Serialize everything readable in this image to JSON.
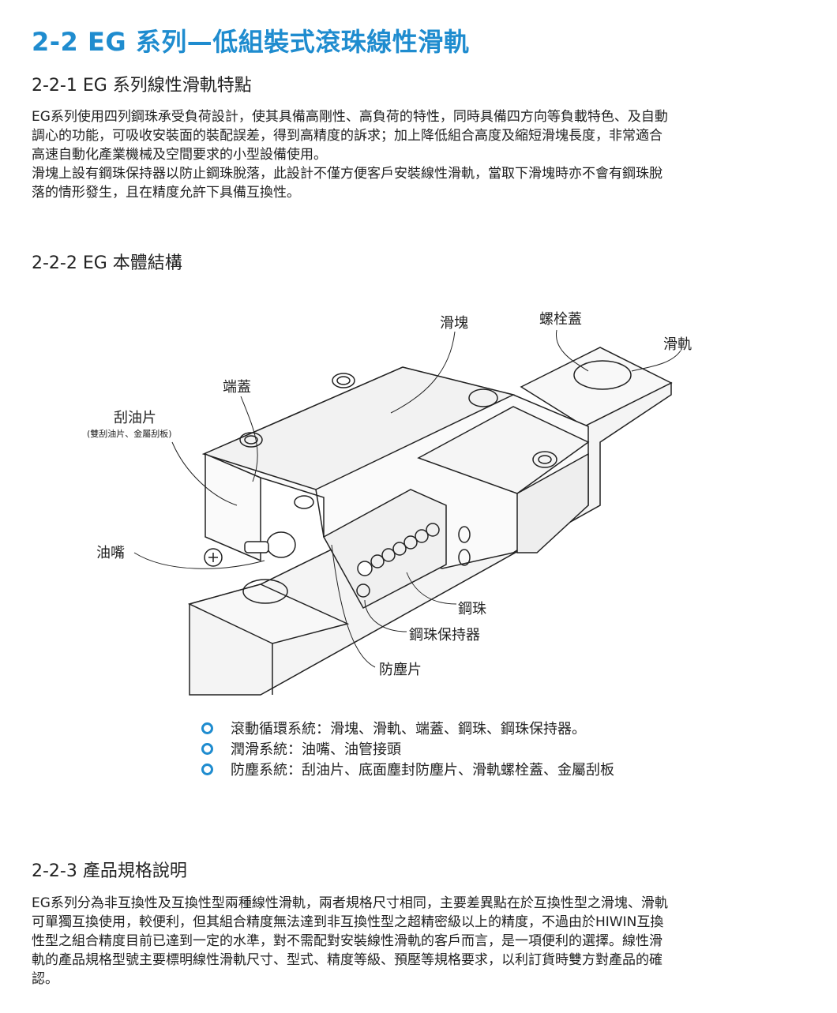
{
  "title": "2-2  EG 系列—低組裝式滾珠線性滑軌",
  "section1": {
    "heading": "2-2-1 EG 系列線性滑軌特點",
    "lines": [
      "EG系列使用四列鋼珠承受負荷設計，使其具備高剛性、高負荷的特性，同時具備四方向等負載特色、及自動",
      "調心的功能，可吸收安裝面的裝配誤差，得到高精度的訴求；加上降低組合高度及縮短滑塊長度，非常適合",
      "高速自動化產業機械及空間要求的小型設備使用。",
      "滑塊上設有鋼珠保持器以防止鋼珠脫落，此設計不僅方便客戶安裝線性滑軌，當取下滑塊時亦不會有鋼珠脫",
      "落的情形發生，且在精度允許下具備互換性。"
    ]
  },
  "section2": {
    "heading": "2-2-2 EG 本體結構",
    "labels": {
      "block": "滑塊",
      "bolt_cap": "螺栓蓋",
      "rail": "滑軌",
      "end_cap": "端蓋",
      "scraper": "刮油片",
      "scraper_note": "(雙刮油片、金屬刮板)",
      "grease_nipple": "油嘴",
      "ball": "鋼珠",
      "retainer": "鋼珠保持器",
      "bottom_seal": "防塵片"
    },
    "bullets": [
      "滾動循環系統：滑塊、滑軌、端蓋、鋼珠、鋼珠保持器。",
      "潤滑系統：油嘴、油管接頭",
      "防塵系統：刮油片、底面塵封防塵片、滑軌螺栓蓋、金屬刮板"
    ]
  },
  "section3": {
    "heading": "2-2-3 產品規格說明",
    "lines": [
      "EG系列分為非互換性及互換性型兩種線性滑軌，兩者規格尺寸相同，主要差異點在於互換性型之滑塊、滑軌",
      "可單獨互換使用，較便利，但其組合精度無法達到非互換性型之超精密級以上的精度，不過由於HIWIN互換",
      "性型之組合精度目前已達到一定的水準，對不需配對安裝線性滑軌的客戶而言，是一項便利的選擇。線性滑",
      "軌的產品規格型號主要標明線性滑軌尺寸、型式、精度等級、預壓等規格要求，以利訂貨時雙方對產品的確",
      "認。"
    ]
  },
  "colors": {
    "accent": "#1f8ccf"
  }
}
